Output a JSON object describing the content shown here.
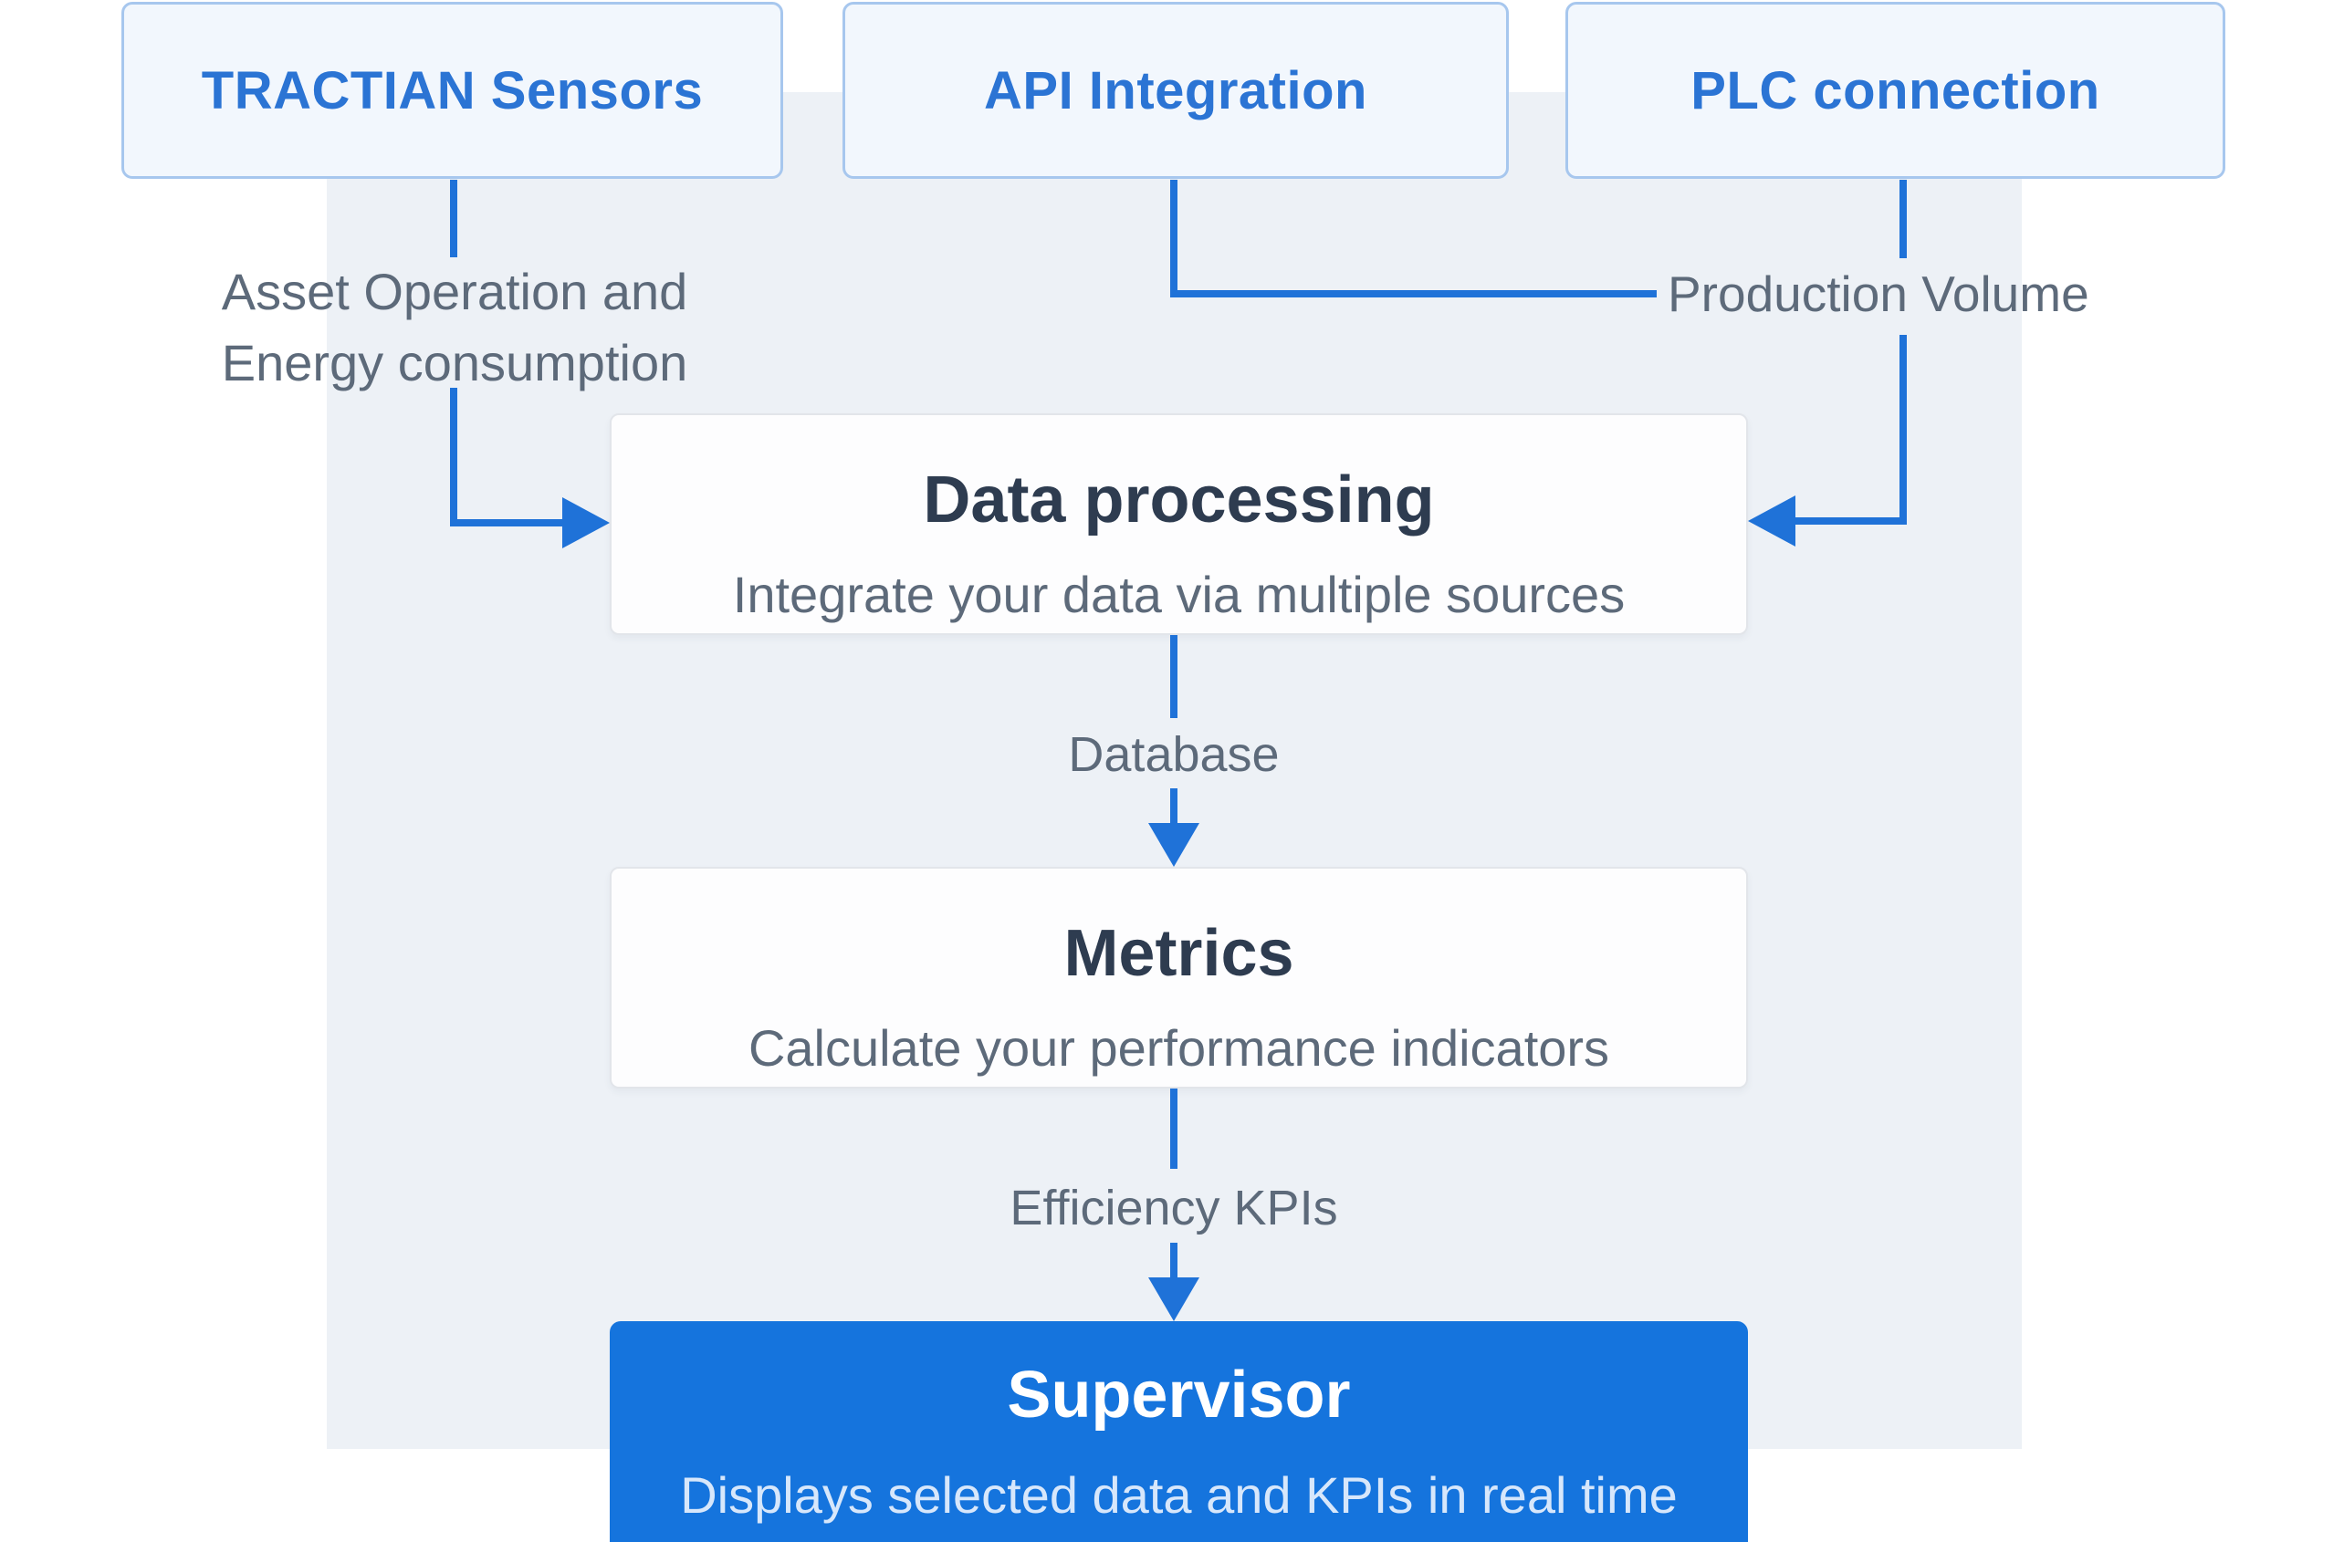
{
  "diagram": {
    "sources": [
      {
        "label": "TRACTIAN Sensors"
      },
      {
        "label": "API Integration"
      },
      {
        "label": "PLC connection"
      }
    ],
    "edge_labels": {
      "asset_line1": "Asset Operation and",
      "asset_line2": "Energy consumption",
      "production": "Production Volume",
      "database": "Database",
      "efficiency": "Efficiency KPIs"
    },
    "nodes": {
      "processing": {
        "title": "Data processing",
        "subtitle": "Integrate your data via multiple sources"
      },
      "metrics": {
        "title": "Metrics",
        "subtitle": "Calculate your performance indicators"
      },
      "supervisor": {
        "title": "Supervisor",
        "subtitle": "Displays selected data and KPIs in real time"
      }
    }
  },
  "colors": {
    "accent_blue": "#1f72d8",
    "src_fill": "#f2f7fd",
    "src_border": "#a7c7ee",
    "src_text": "#2b74d4",
    "panel_gray": "#edf1f6",
    "node_fill": "#fdfdfe",
    "node_border": "#e2e5ea",
    "node_title": "#2e3c50",
    "muted_text": "#5d6a7a",
    "supervisor_fill": "#1574dd",
    "supervisor_subtext": "#d7e7fb"
  }
}
